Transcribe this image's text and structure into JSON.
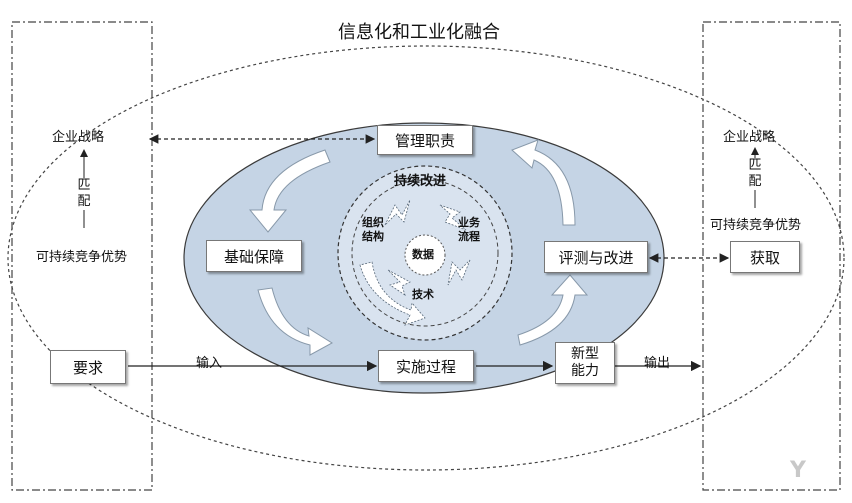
{
  "title": "信息化和工业化融合",
  "left_panel": {
    "strategy": "企业战略",
    "match_1": "匹",
    "match_2": "配",
    "advantage": "可持续竞争优势",
    "requirement": "要求"
  },
  "right_panel": {
    "strategy": "企业战略",
    "match_1": "匹",
    "match_2": "配",
    "advantage": "可持续竞争优势",
    "acquire": "获取"
  },
  "core": {
    "management": "管理职责",
    "foundation": "基础保障",
    "evaluation": "评测与改进",
    "implementation": "实施过程",
    "new_capability_1": "新型",
    "new_capability_2": "能力",
    "continuous_improvement": "持续改进",
    "org_1": "组织",
    "org_2": "结构",
    "business_1": "业务",
    "business_2": "流程",
    "data": "数据",
    "technology": "技术"
  },
  "flow": {
    "input": "输入",
    "output": "输出"
  },
  "colors": {
    "ellipse_fill": "#c5d4e5",
    "arrow_fill": "#ffffff",
    "line": "#333333"
  }
}
